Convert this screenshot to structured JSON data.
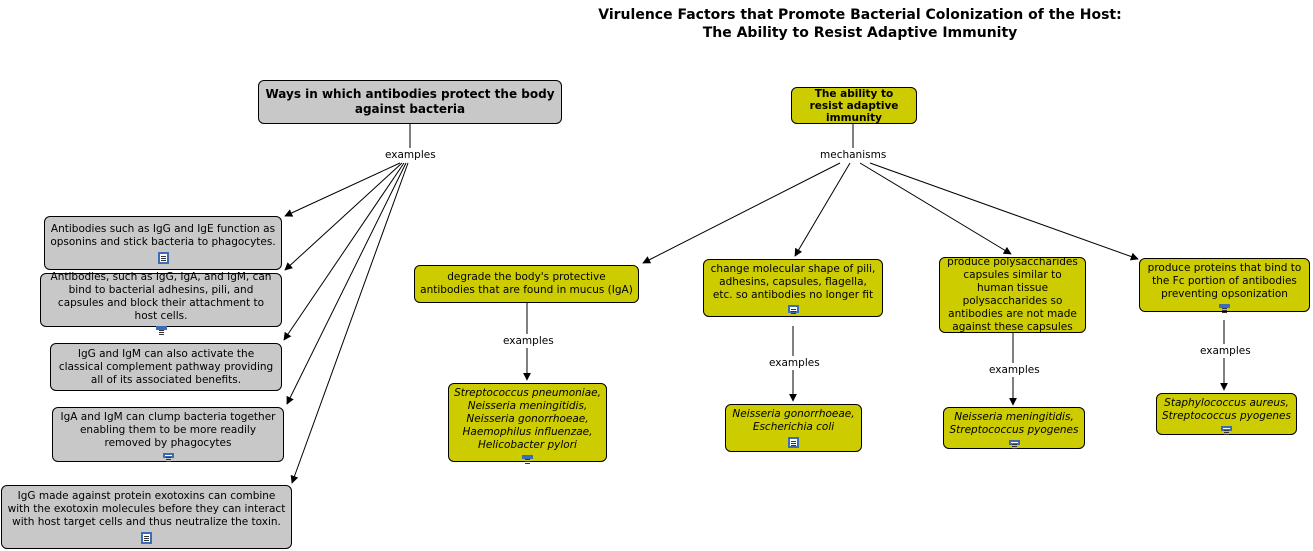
{
  "title": {
    "line1": "Virulence Factors that Promote Bacterial Colonization of the Host:",
    "line2": "The Ability to Resist Adaptive Immunity"
  },
  "left": {
    "root": "Ways in which antibodies protect the body against bacteria",
    "link_label": "examples",
    "items": [
      "Antibodies such as IgG and IgE function as opsonins and stick bacteria to phagocytes.",
      "Antibodies, such as IgG, IgA, and IgM, can bind to bacterial adhesins, pili, and capsules and block their attachment to host cells.",
      "IgG and IgM can also activate the classical complement pathway  providing all of its associated benefits.",
      "IgA and IgM can clump bacteria together enabling them to be more readily removed by phagocytes",
      "IgG made against protein exotoxins can combine with the exotoxin molecules before they can interact with host target cells and thus neutralize the toxin."
    ]
  },
  "right": {
    "root": "The ability to resist adaptive immunity",
    "link_label": "mechanisms",
    "examples_label": "examples",
    "mechanisms": [
      {
        "text": "degrade the body's protective antibodies that are found in mucus (IgA)",
        "examples": "Streptococcus pneumoniae, Neisseria meningitidis, Neisseria gonorrhoeae, Haemophilus influenzae, Helicobacter pylori"
      },
      {
        "text": "change molecular shape of pili, adhesins, capsules, flagella, etc. so antibodies no longer fit",
        "examples": "Neisseria gonorrhoeae, Escherichia coli"
      },
      {
        "text": "produce polysaccharides capsules similar to human tissue polysaccharides so antibodies are not made against these capsules",
        "examples": "Neisseria meningitidis, Streptococcus pyogenes"
      },
      {
        "text": "produce proteins that bind to the Fc portion of antibodies preventing opsonization",
        "examples": "Staphylococcus aureus, Streptococcus pyogenes"
      }
    ]
  },
  "colors": {
    "gray_node": "#c8c8c8",
    "olive_node": "#cccc00"
  },
  "icons": {
    "resource": "document-icon"
  }
}
